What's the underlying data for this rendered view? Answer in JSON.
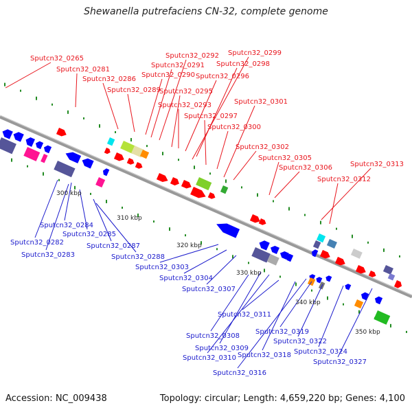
{
  "title": "Shewanella putrefaciens CN-32, complete genome",
  "footer": {
    "accession": "Accession: NC_009438",
    "summary": "Topology: circular; Length: 4,659,220 bp; Genes: 4,100"
  },
  "colors": {
    "backbone": "#888888",
    "forward_gene": "#ff0000",
    "reverse_gene": "#0000ff",
    "forward_label": "#e8141c",
    "reverse_label": "#1a1acc",
    "tick": "#228b22"
  },
  "kbp_labels": [
    "300 kbp",
    "310 kbp",
    "320 kbp",
    "330 kbp",
    "340 kbp",
    "350 kbp"
  ],
  "forward_labels": [
    "Sputcn32_0265",
    "Sputcn32_0281",
    "Sputcn32_0286",
    "Sputcn32_0289",
    "Sputcn32_0290",
    "Sputcn32_0291",
    "Sputcn32_0292",
    "Sputcn32_0293",
    "Sputcn32_0295",
    "Sputcn32_0296",
    "Sputcn32_0297",
    "Sputcn32_0298",
    "Sputcn32_0299",
    "Sputcn32_0300",
    "Sputcn32_0301",
    "Sputcn32_0302",
    "Sputcn32_0305",
    "Sputcn32_0306",
    "Sputcn32_0312",
    "Sputcn32_0313"
  ],
  "reverse_labels": [
    "Sputcn32_0282",
    "Sputcn32_0283",
    "Sputcn32_0284",
    "Sputcn32_0285",
    "Sputcn32_0287",
    "Sputcn32_0288",
    "Sputcn32_0303",
    "Sputcn32_0304",
    "Sputcn32_0307",
    "Sputcn32_0308",
    "Sputcn32_0309",
    "Sputcn32_0310",
    "Sputcn32_0311",
    "Sputcn32_0316",
    "Sputcn32_0318",
    "Sputcn32_0319",
    "Sputcn32_0322",
    "Sputcn32_0324",
    "Sputcn32_0327"
  ]
}
